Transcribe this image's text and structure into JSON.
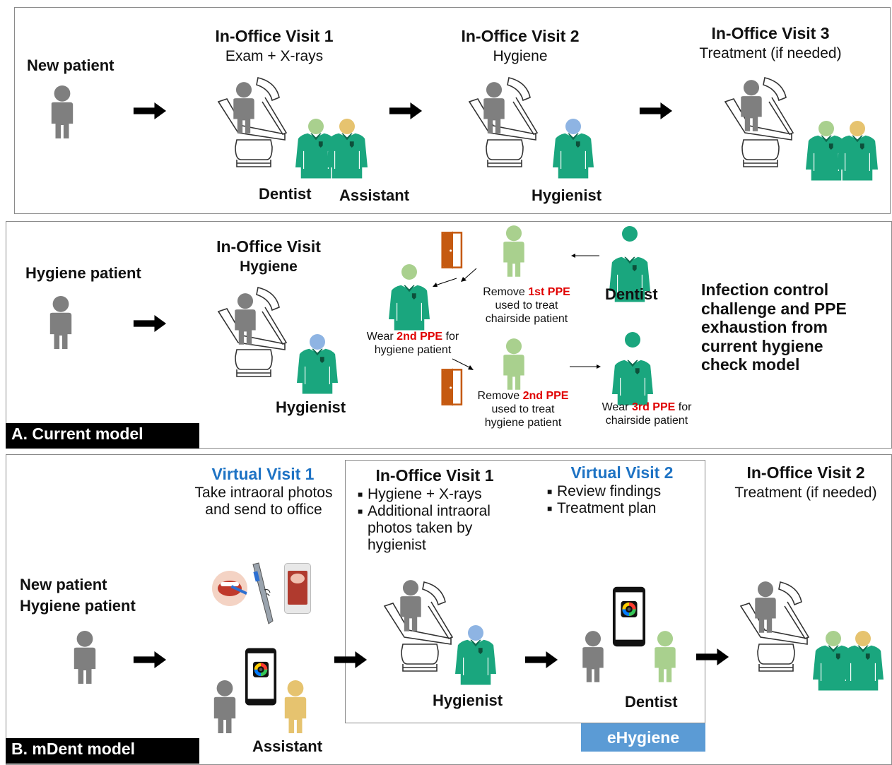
{
  "panel_a": {
    "label": "A. Current model",
    "row1": {
      "patient": "New patient",
      "visits": [
        {
          "title": "In-Office Visit 1",
          "subtitle": "Exam + X-rays"
        },
        {
          "title": "In-Office Visit 2",
          "subtitle": "Hygiene"
        },
        {
          "title": "In-Office Visit 3",
          "subtitle": "Treatment (if needed)"
        }
      ],
      "roles": {
        "dentist": "Dentist",
        "assistant": "Assistant",
        "hygienist": "Hygienist"
      }
    },
    "row2": {
      "patient": "Hygiene patient",
      "visit_title": "In-Office Visit",
      "visit_subtitle": "Hygiene",
      "hygienist": "Hygienist",
      "dentist": "Dentist",
      "remove1": {
        "pre": "Remove ",
        "ppe": "1st PPE",
        "line2": "used to treat",
        "line3": "chairside patient"
      },
      "wear2": {
        "pre": "Wear ",
        "ppe": "2nd PPE",
        "post": " for",
        "line2": "hygiene patient"
      },
      "remove2": {
        "pre": "Remove ",
        "ppe": "2nd PPE",
        "line2": "used to treat",
        "line3": "hygiene patient"
      },
      "wear3": {
        "pre": "Wear ",
        "ppe": "3rd  PPE",
        "post": " for",
        "line2": "chairside patient"
      },
      "note": [
        "Infection control",
        "challenge and PPE",
        "exhaustion from",
        "current hygiene",
        "check model"
      ]
    }
  },
  "panel_b": {
    "label": "B. mDent model",
    "patient_lines": [
      "New patient",
      "Hygiene patient"
    ],
    "virtual1": {
      "title": "Virtual Visit 1",
      "lines": [
        "Take intraoral photos",
        "and send to office"
      ]
    },
    "office1": {
      "title": "In-Office Visit 1",
      "bullets": [
        "Hygiene + X-rays",
        "Additional intraoral",
        "photos taken by",
        "hygienist"
      ]
    },
    "virtual2": {
      "title": "Virtual Visit 2",
      "bullets": [
        "Review findings",
        "Treatment plan"
      ]
    },
    "office2": {
      "title": "In-Office Visit 2",
      "subtitle": "Treatment (if needed)"
    },
    "assistant": "Assistant",
    "hygienist": "Hygienist",
    "dentist": "Dentist",
    "ehygiene": "eHygiene"
  },
  "colors": {
    "person_gray": "#7f7f7f",
    "scrub_green": "#1aa67e",
    "light_green": "#a9d08e",
    "tan": "#e6c36f",
    "blue_head": "#8eb4e3",
    "door": "#c55a11",
    "accent_blue": "#1e73c4",
    "ppe_red": "#e00000",
    "ehygiene_bg": "#5b9bd5"
  },
  "icons": [
    "person-icon",
    "dental-chair-icon",
    "staff-icon",
    "door-icon",
    "phone-app-icon",
    "intraoral-camera-icon",
    "arrow-icon"
  ]
}
